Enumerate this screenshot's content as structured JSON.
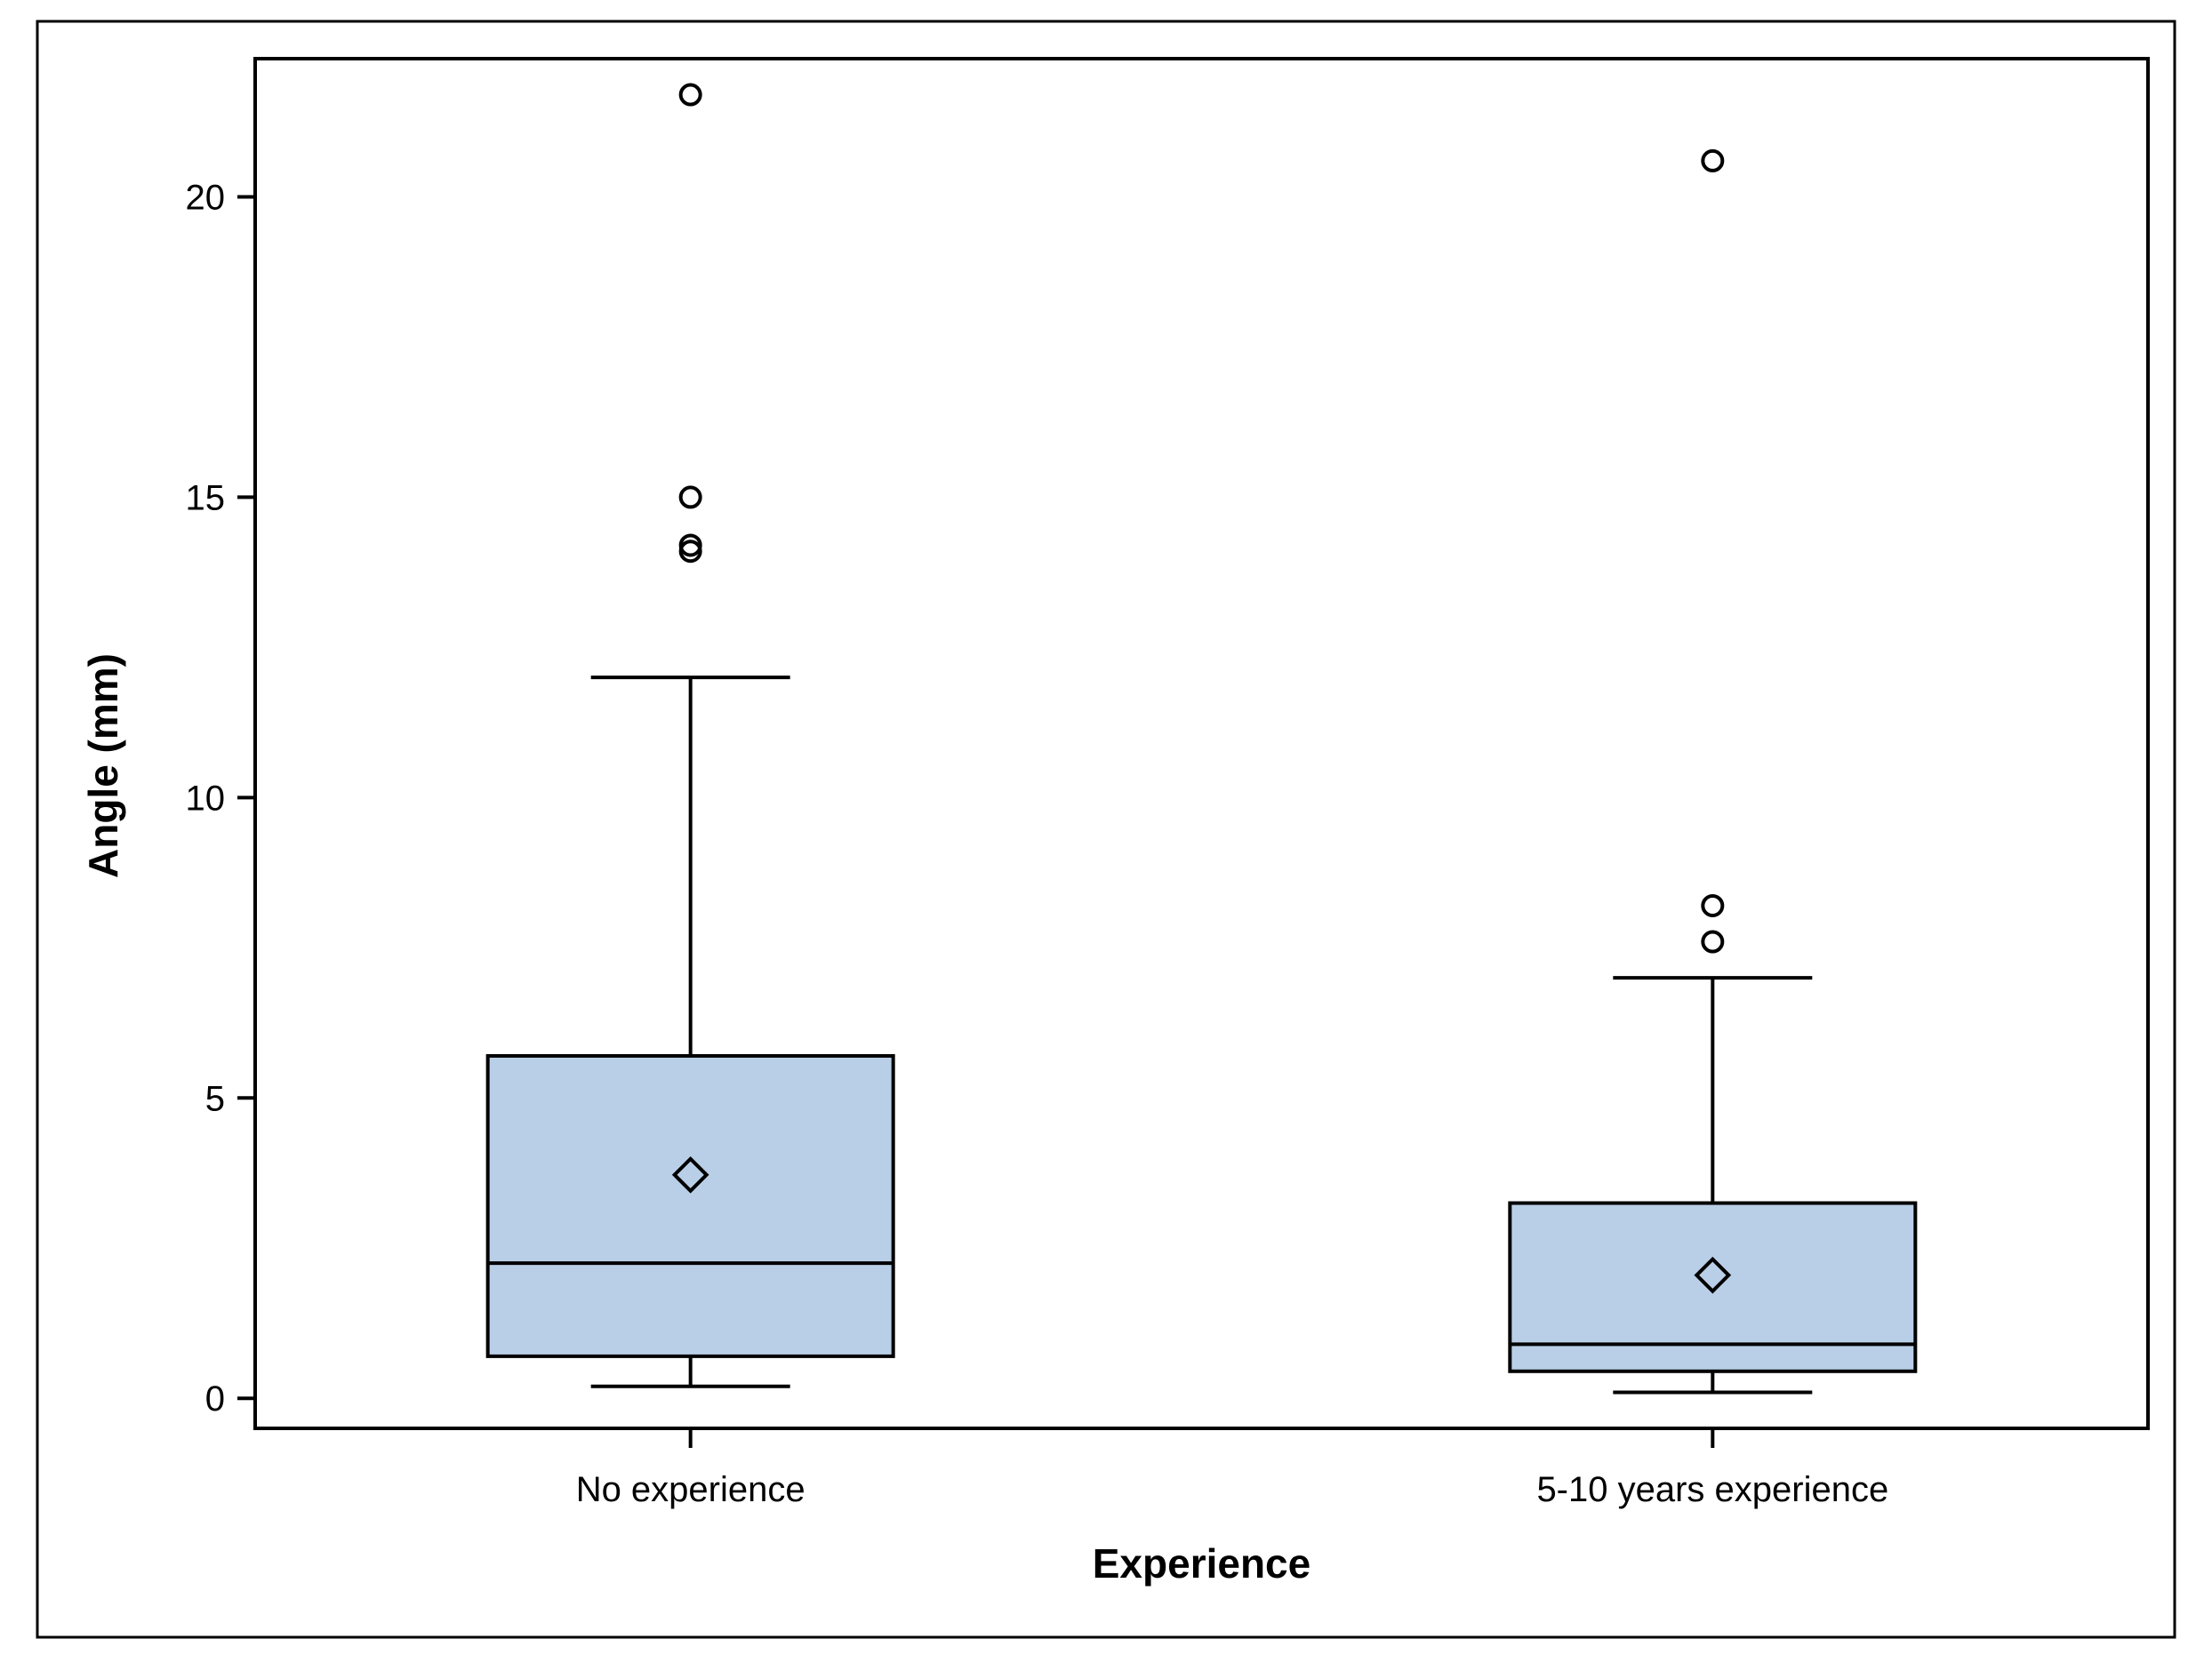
{
  "chart_data": {
    "type": "box",
    "xlabel": "Experience",
    "ylabel": "Angle (mm)",
    "categories": [
      "No experience",
      "5-10 years experience"
    ],
    "ylim": [
      -0.5,
      22.3
    ],
    "yticks": [
      0,
      5,
      10,
      15,
      20
    ],
    "grid": false,
    "legend": "none",
    "box_fill": "#b9cfe7",
    "line_color": "#000000",
    "boxes": [
      {
        "category": "No experience",
        "whisker_low": 0.2,
        "q1": 0.7,
        "median": 2.25,
        "q3": 5.7,
        "whisker_high": 12.0,
        "mean": 3.72,
        "outliers": [
          14.1,
          14.2,
          15.0,
          21.7
        ]
      },
      {
        "category": "5-10 years experience",
        "whisker_low": 0.1,
        "q1": 0.45,
        "median": 0.9,
        "q3": 3.25,
        "whisker_high": 7.0,
        "mean": 2.05,
        "outliers": [
          7.6,
          8.2,
          20.6
        ]
      }
    ]
  }
}
